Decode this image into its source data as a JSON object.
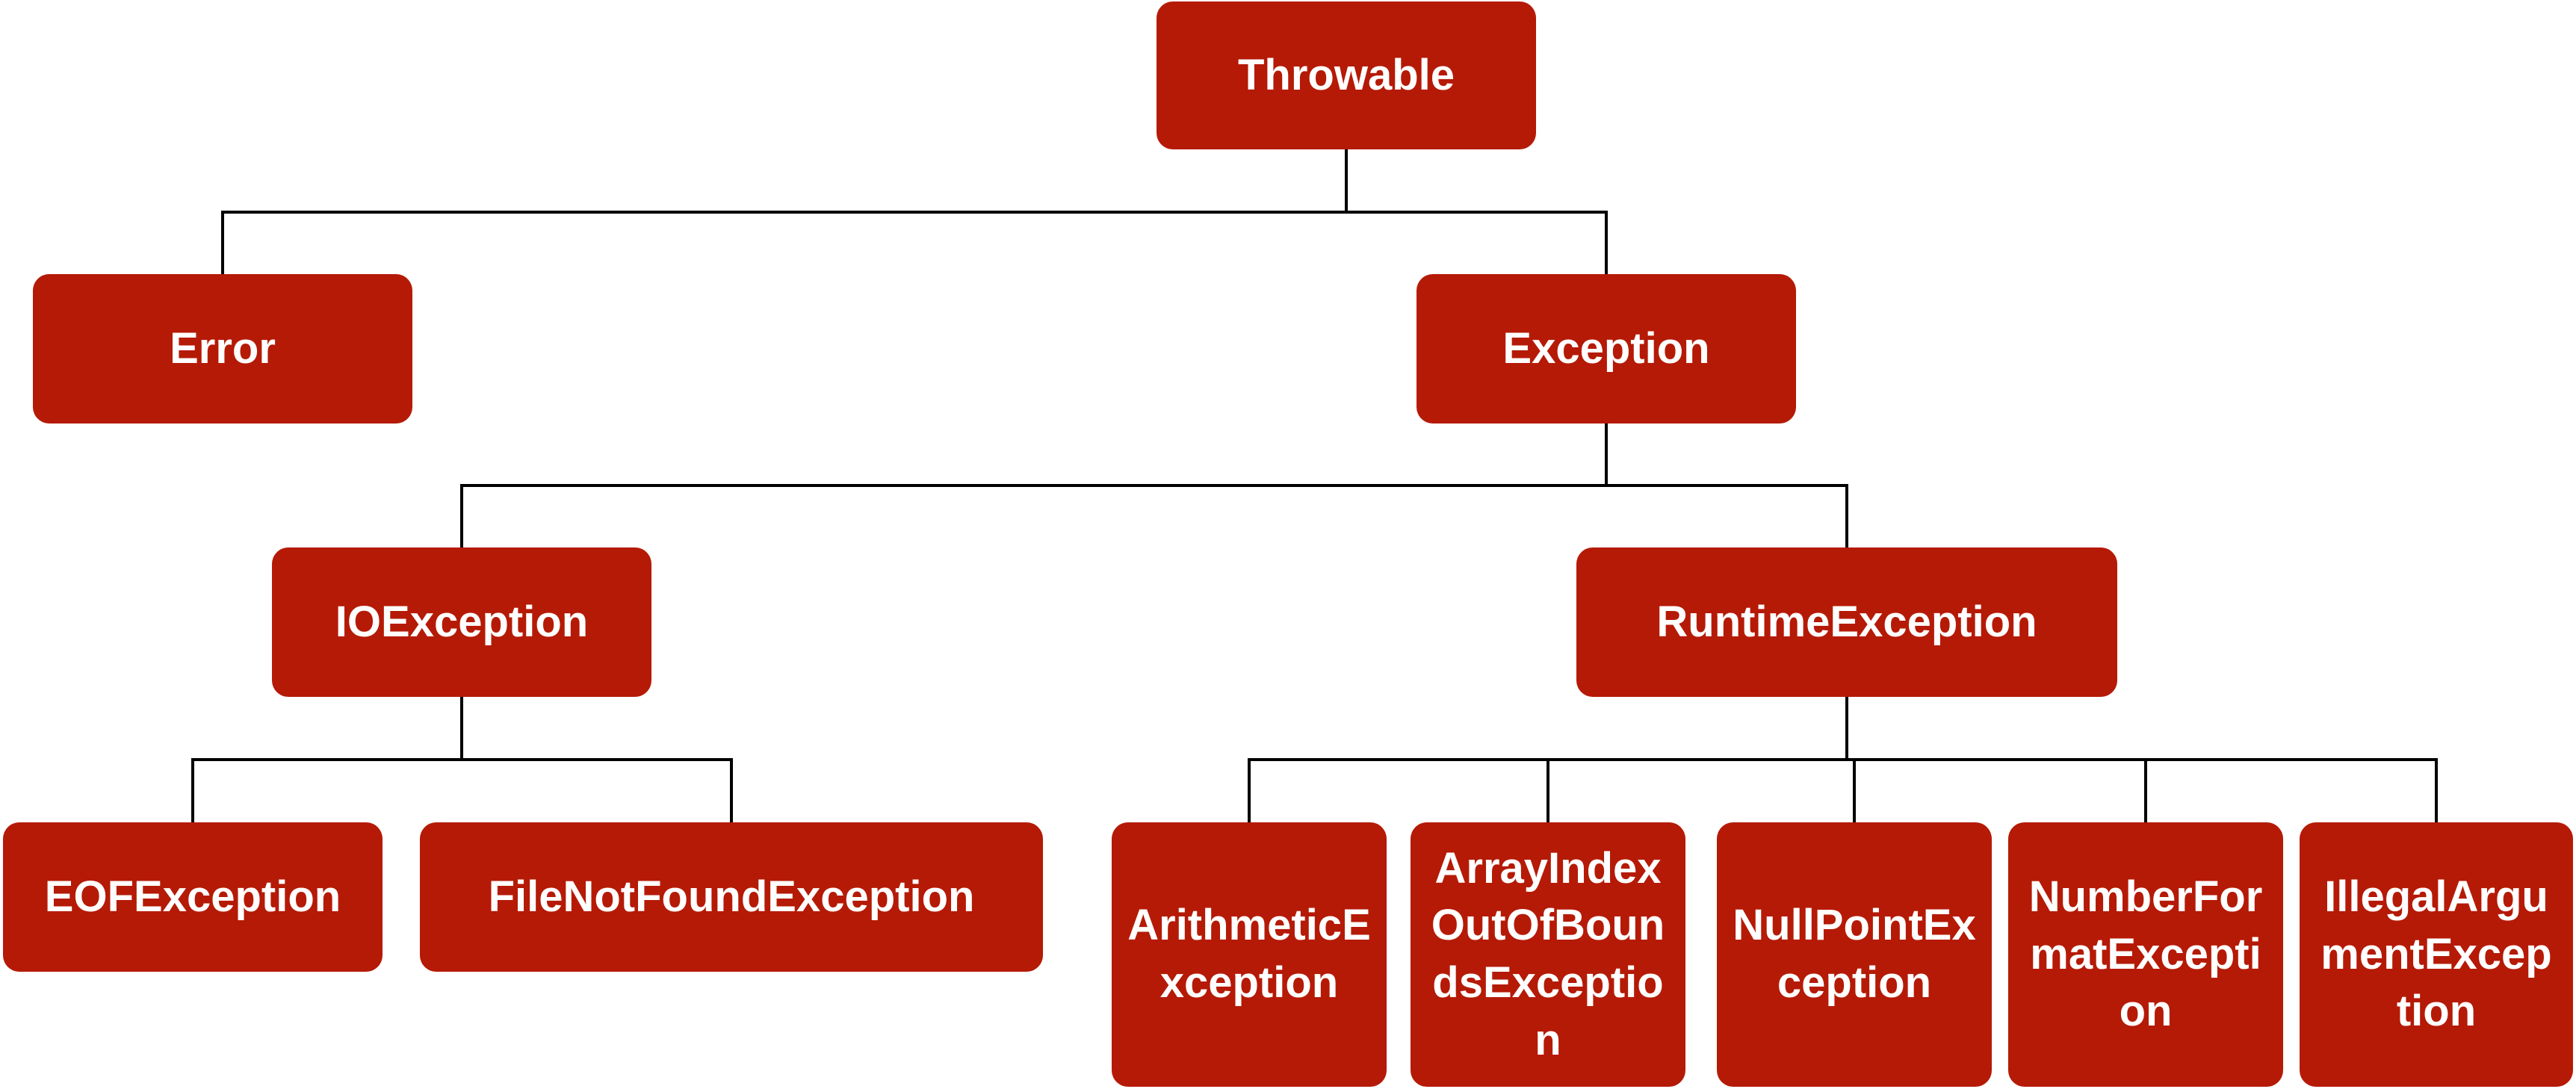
{
  "diagram": {
    "title": "",
    "colors": {
      "node_fill": "#b51a06",
      "node_text": "#ffffff",
      "connector": "#000000",
      "background": "#ffffff"
    },
    "nodes": {
      "throwable": "Throwable",
      "error": "Error",
      "exception": "Exception",
      "ioexception": "IOException",
      "runtimeexception": "RuntimeException",
      "eofexception": "EOFException",
      "filenotfoundexception": "FileNotFoundException",
      "arithmeticexception": "ArithmeticE\nxception",
      "arrayindexoutofboundsexception": "ArrayIndex\nOutOfBoun\ndsExceptio\nn",
      "nullpointexception": "NullPointEx\nception",
      "numberformatexception": "NumberFor\nmatExcepti\non",
      "illegalargumentexception": "IllegalArgu\nmentExcep\ntion"
    },
    "edges": [
      {
        "parent": "throwable",
        "child": "error"
      },
      {
        "parent": "throwable",
        "child": "exception"
      },
      {
        "parent": "exception",
        "child": "ioexception"
      },
      {
        "parent": "exception",
        "child": "runtimeexception"
      },
      {
        "parent": "ioexception",
        "child": "eofexception"
      },
      {
        "parent": "ioexception",
        "child": "filenotfoundexception"
      },
      {
        "parent": "runtimeexception",
        "child": "arithmeticexception"
      },
      {
        "parent": "runtimeexception",
        "child": "arrayindexoutofboundsexception"
      },
      {
        "parent": "runtimeexception",
        "child": "nullpointexception"
      },
      {
        "parent": "runtimeexception",
        "child": "numberformatexception"
      },
      {
        "parent": "runtimeexception",
        "child": "illegalargumentexception"
      }
    ]
  }
}
